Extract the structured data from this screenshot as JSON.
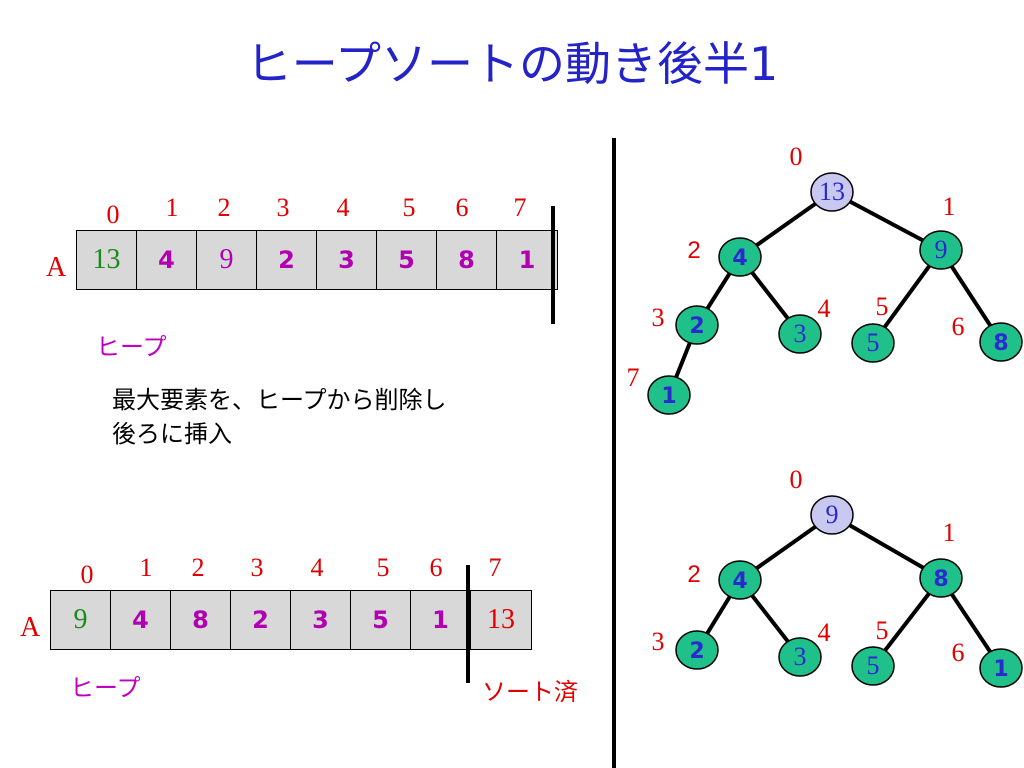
{
  "title": "ヒープソートの動き後半1",
  "array_top": {
    "name": "A",
    "indices": [
      "0",
      "1",
      "2",
      "3",
      "4",
      "5",
      "6",
      "7"
    ],
    "cells": [
      {
        "value": "13",
        "style": "serif",
        "color": "#1a8a1a"
      },
      {
        "value": "4",
        "style": "bold",
        "color": "#b000b0"
      },
      {
        "value": "9",
        "style": "serif",
        "color": "#b000b0"
      },
      {
        "value": "2",
        "style": "bold",
        "color": "#b000b0"
      },
      {
        "value": "3",
        "style": "bold",
        "color": "#b000b0"
      },
      {
        "value": "5",
        "style": "bold",
        "color": "#b000b0"
      },
      {
        "value": "8",
        "style": "bold",
        "color": "#b000b0"
      },
      {
        "value": "1",
        "style": "bold",
        "color": "#b000b0"
      }
    ],
    "heap_label": "ヒープ"
  },
  "note": {
    "line1": "最大要素を、ヒープから削除し",
    "line2": "後ろに挿入"
  },
  "array_bottom": {
    "name": "A",
    "indices": [
      "0",
      "1",
      "2",
      "3",
      "4",
      "5",
      "6",
      "7"
    ],
    "cells": [
      {
        "value": "9",
        "style": "serif",
        "color": "#1a8a1a"
      },
      {
        "value": "4",
        "style": "bold",
        "color": "#b000b0"
      },
      {
        "value": "8",
        "style": "bold",
        "color": "#b000b0"
      },
      {
        "value": "2",
        "style": "bold",
        "color": "#b000b0"
      },
      {
        "value": "3",
        "style": "bold",
        "color": "#b000b0"
      },
      {
        "value": "5",
        "style": "bold",
        "color": "#b000b0"
      },
      {
        "value": "1",
        "style": "bold",
        "color": "#b000b0"
      },
      {
        "value": "13",
        "style": "serif",
        "color": "#e00000"
      }
    ],
    "heap_label": "ヒープ",
    "sorted_label": "ソート済"
  },
  "tree_top": {
    "nodes": [
      {
        "index": "0",
        "value": "13",
        "style": "serif",
        "root": true
      },
      {
        "index": "1",
        "value": "4",
        "style": "bold"
      },
      {
        "index": "2",
        "value": "9",
        "style": "serif"
      },
      {
        "index": "3",
        "value": "2",
        "style": "bold"
      },
      {
        "index": "4",
        "value": "3",
        "style": "serif"
      },
      {
        "index": "5",
        "value": "5",
        "style": "serif"
      },
      {
        "index": "6",
        "value": "8",
        "style": "bold"
      },
      {
        "index": "7",
        "value": "1",
        "style": "bold"
      }
    ]
  },
  "tree_bottom": {
    "nodes": [
      {
        "index": "0",
        "value": "9",
        "style": "serif",
        "root": true
      },
      {
        "index": "1",
        "value": "4",
        "style": "bold"
      },
      {
        "index": "2",
        "value": "8",
        "style": "bold"
      },
      {
        "index": "3",
        "value": "2",
        "style": "bold"
      },
      {
        "index": "4",
        "value": "3",
        "style": "serif"
      },
      {
        "index": "5",
        "value": "5",
        "style": "serif"
      },
      {
        "index": "6",
        "value": "1",
        "style": "bold"
      }
    ]
  },
  "colors": {
    "title": "#2323c8",
    "index": "#e00000",
    "node_fill": "#20c08a",
    "root_fill": "#c8c8f0",
    "node_text": "#2a2ad0"
  }
}
